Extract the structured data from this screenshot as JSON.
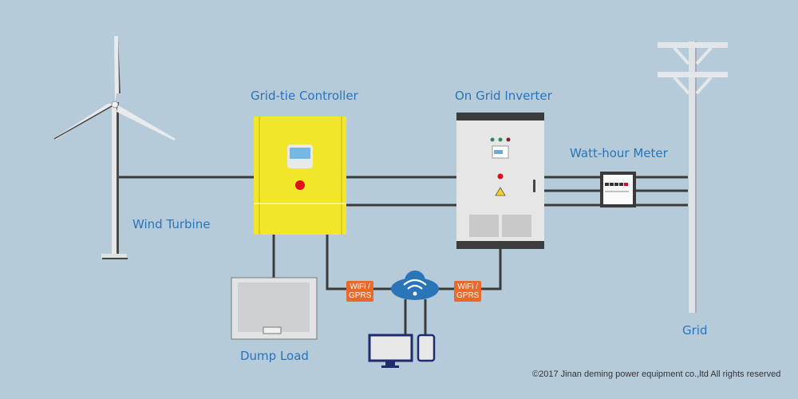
{
  "labels": {
    "wind_turbine": "Wind Turbine",
    "controller": "Grid-tie Controller",
    "inverter": "On Grid Inverter",
    "meter": "Watt-hour Meter",
    "grid": "Grid",
    "dump_load": "Dump Load"
  },
  "badges": {
    "left": "WiFi /\nGPRS",
    "right": "WiFi /\nGPRS"
  },
  "copyright": "©2017 Jinan deming power equipment co.,ltd All rights reserved",
  "colors": {
    "background": "#b5cbda",
    "label_blue": "#2a73b8",
    "controller_yellow": "#f2e62a",
    "badge_orange": "#e9682b",
    "wire": "#3a3a3a",
    "indicator_red": "#e0101a"
  }
}
